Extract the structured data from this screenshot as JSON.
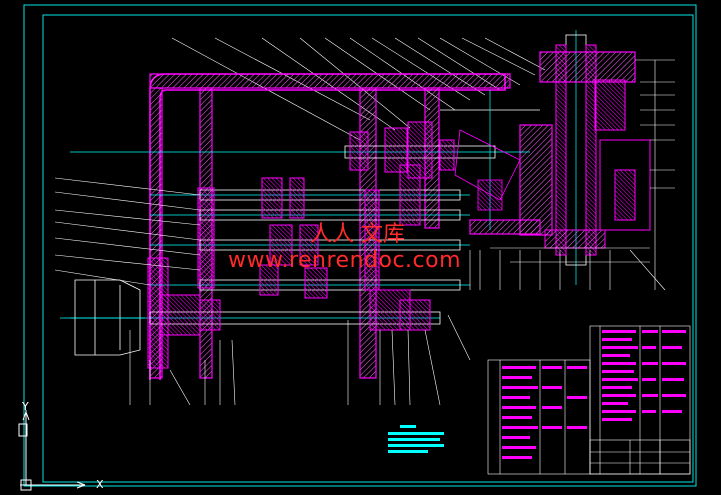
{
  "watermark": {
    "cn": "人人 文库",
    "url": "www.renrendoc.com",
    "color": "#ff2a2a"
  },
  "ucs": {
    "x_label": "X",
    "y_label": "Y"
  },
  "colors": {
    "background": "#000000",
    "frame": "#00e5e5",
    "part": "#ff00ff",
    "centerline": "#00ffff",
    "dimension": "#ffffff",
    "hatch": "#ff60ff"
  }
}
